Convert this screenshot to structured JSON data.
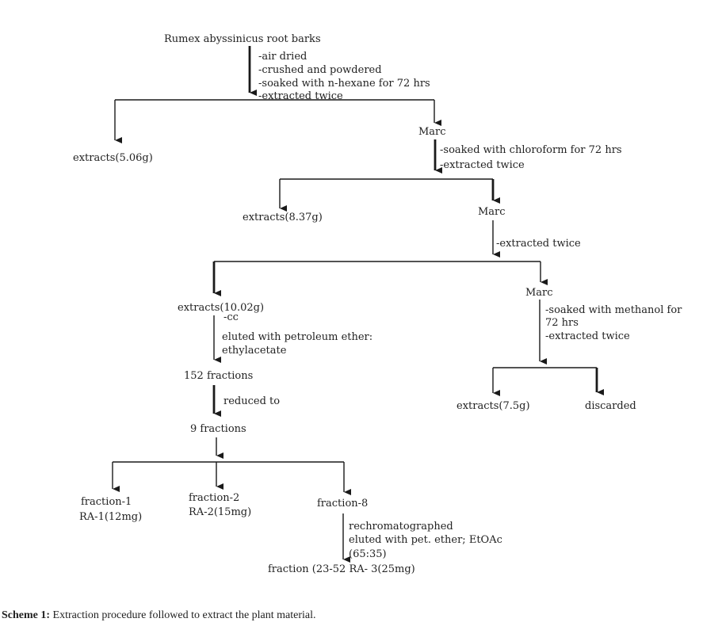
{
  "diagram": {
    "nodes": {
      "root": "Rumex abyssinicus root barks",
      "extracts_1": "extracts(5.06g)",
      "marc_1": "Marc",
      "extracts_2": "extracts(8.37g)",
      "marc_2": "Marc",
      "extracts_3": "extracts(10.02g)",
      "marc_3": "Marc",
      "fractions_152": "152 fractions",
      "fractions_9": "9 fractions",
      "extracts_4": "extracts(7.5g)",
      "discarded": "discarded",
      "fraction_1": "fraction-1",
      "fraction_1_sub": "RA-1(12mg)",
      "fraction_2": "fraction-2",
      "fraction_2_sub": "RA-2(15mg)",
      "fraction_8": "fraction-8",
      "final": "fraction (23-52 RA- 3(25mg)"
    },
    "steps": {
      "step1": [
        "-air dried",
        "-crushed and powdered",
        "-soaked with n-hexane for 72 hrs",
        "-extracted twice"
      ],
      "step2": [
        "-soaked with chloroform for 72 hrs",
        "-extracted twice"
      ],
      "step3": [
        "-extracted twice"
      ],
      "step4": [
        "-soaked with methanol for",
        "72 hrs",
        "-extracted twice"
      ],
      "step_cc": [
        "-cc",
        "eluted with petroleum ether:",
        "ethylacetate"
      ],
      "step_reduce": [
        "reduced to"
      ],
      "step_rechrom": [
        "rechromatographed",
        "eluted with pet. ether; EtOAc",
        "(65:35)"
      ]
    }
  },
  "caption": {
    "label": "Scheme 1:",
    "text": " Extraction procedure followed to extract the plant material."
  }
}
